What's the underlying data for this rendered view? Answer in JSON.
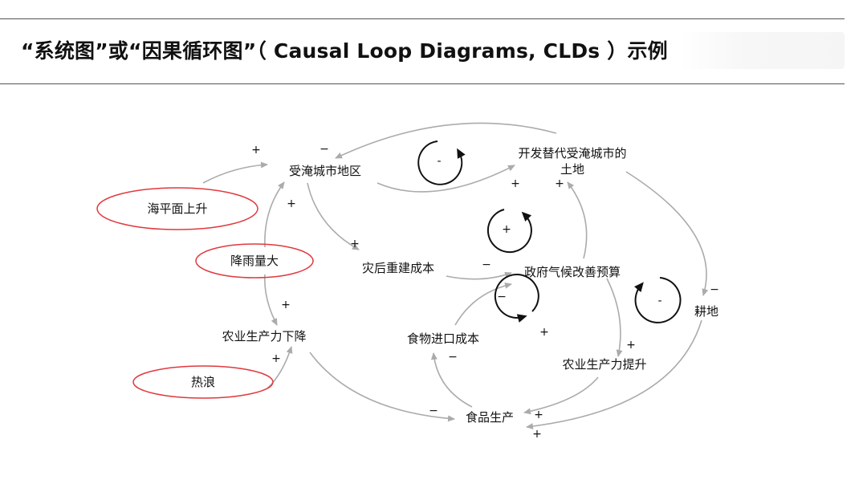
{
  "page": {
    "title": "“系统图”或“因果循环图”（ Causal Loop Diagrams, CLDs ）示例"
  },
  "nodes": {
    "flood_city": "受淹城市地区",
    "alt_land_line1": "开发替代受淹城市的",
    "alt_land_line2": "土地",
    "sea_level": "海平面上升",
    "rainfall": "降雨量大",
    "rebuild_cost": "灾后重建成本",
    "gov_budget": "政府气候改善预算",
    "farmland": "耕地",
    "ag_decline": "农业生产力下降",
    "heatwave": "热浪",
    "food_import": "食物进口成本",
    "ag_rise": "农业生产力提升",
    "food_prod": "食品生产"
  },
  "signs": {
    "sea_to_city": "+",
    "land_to_city": "−",
    "rain_to_city": "+",
    "city_to_rebuild": "+",
    "city_to_land": "+",
    "budget_to_land": "+",
    "rebuild_to_budget": "−",
    "land_to_farmland": "−",
    "rain_to_ag": "+",
    "heat_to_ag": "+",
    "import_to_budget": "−",
    "prod_to_import": "−",
    "budget_to_agrise": "+",
    "ag_to_prod": "−",
    "agrise_to_prod": "+",
    "farmland_to_prod": "+"
  },
  "loops": {
    "loop1": "-",
    "loop2": "+",
    "loop3": "+",
    "loop4": "-"
  },
  "colors": {
    "arrow": "#ababab",
    "ellipse": "#e0393e",
    "loop_arrow": "#111111"
  }
}
